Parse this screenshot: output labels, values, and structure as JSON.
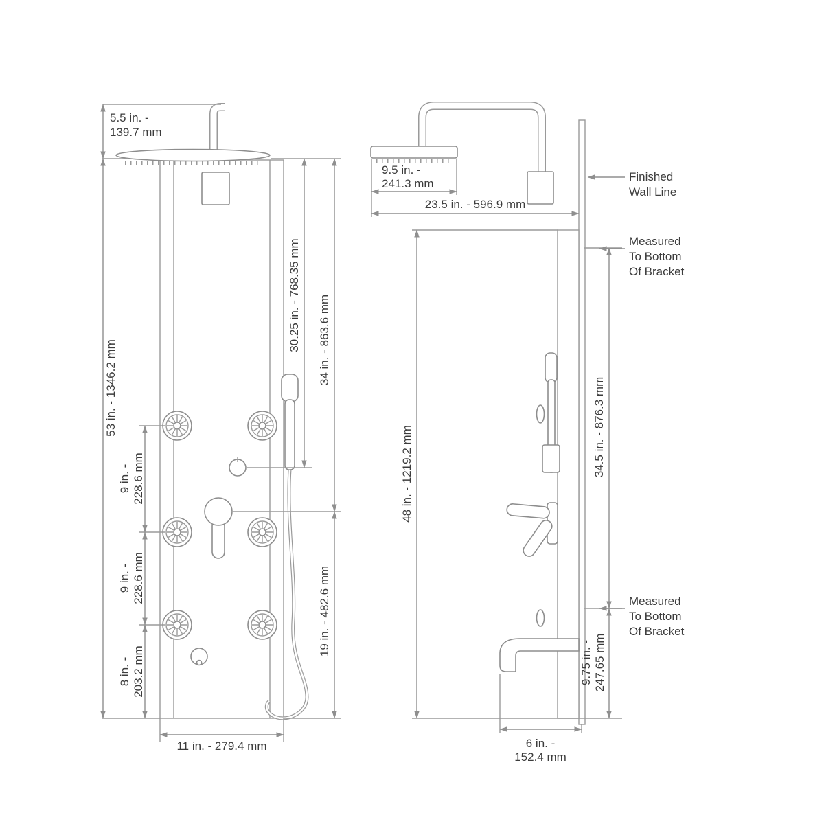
{
  "diagram": {
    "front_view": {
      "dim_shower_arm": {
        "l1": "5.5 in. -",
        "l2": "139.7 mm"
      },
      "dim_overall_height": "53 in. - 1346.2 mm",
      "dim_jet_spacing_top": {
        "l1": "9 in. -",
        "l2": "228.6 mm"
      },
      "dim_jet_spacing_bottom": {
        "l1": "9 in. -",
        "l2": "228.6 mm"
      },
      "dim_jet_to_bottom": {
        "l1": "8 in. -",
        "l2": "203.2 mm"
      },
      "dim_top_to_diverter": "30.25 in. - 768.35 mm",
      "dim_top_to_valve": "34 in. - 863.6 mm",
      "dim_valve_to_bottom": "19 in. - 482.6 mm",
      "dim_panel_width": "11 in. - 279.4 mm"
    },
    "side_view": {
      "dim_showerhead_width": {
        "l1": "9.5 in. -",
        "l2": "241.3 mm"
      },
      "dim_wall_to_head": "23.5 in. - 596.9 mm",
      "dim_panel_height": "48 in. - 1219.2 mm",
      "dim_bracket_to_bracket": "34.5 in. - 876.3 mm",
      "dim_bracket_to_bottom": {
        "l1": "9.75 in. -",
        "l2": "247.65 mm"
      },
      "dim_spout_reach": {
        "l1": "6 in. -",
        "l2": "152.4 mm"
      },
      "label_finished_wall": {
        "l1": "Finished",
        "l2": "Wall Line"
      },
      "label_bracket_top": {
        "l1": "Measured",
        "l2": "To Bottom",
        "l3": "Of Bracket"
      },
      "label_bracket_bottom": {
        "l1": "Measured",
        "l2": "To Bottom",
        "l3": "Of Bracket"
      }
    }
  }
}
